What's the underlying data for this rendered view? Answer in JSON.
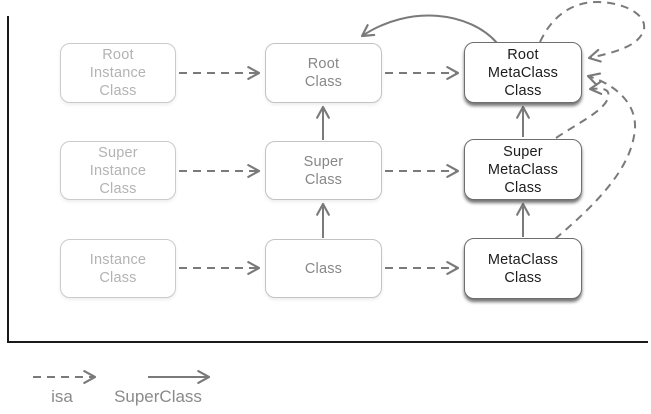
{
  "boxes": {
    "root_instance": "Root\nInstance\nClass",
    "super_instance": "Super\nInstance\nClass",
    "instance": "Instance\nClass",
    "root": "Root\nClass",
    "super": "Super\nClass",
    "class": "Class",
    "root_metaclass": "Root\nMetaClass\nClass",
    "super_metaclass": "Super\nMetaClass\nClass",
    "metaclass": "MetaClass\nClass"
  },
  "legend": {
    "isa": "isa",
    "superclass": "SuperClass"
  },
  "relationships": [
    {
      "from": "Root Instance Class",
      "to": "Root Class",
      "type": "isa"
    },
    {
      "from": "Super Instance Class",
      "to": "Super Class",
      "type": "isa"
    },
    {
      "from": "Instance Class",
      "to": "Class",
      "type": "isa"
    },
    {
      "from": "Root Class",
      "to": "Root MetaClass Class",
      "type": "isa"
    },
    {
      "from": "Super Class",
      "to": "Super MetaClass Class",
      "type": "isa"
    },
    {
      "from": "Class",
      "to": "MetaClass Class",
      "type": "isa"
    },
    {
      "from": "Super Class",
      "to": "Root Class",
      "type": "SuperClass"
    },
    {
      "from": "Class",
      "to": "Super Class",
      "type": "SuperClass"
    },
    {
      "from": "Super MetaClass Class",
      "to": "Root MetaClass Class",
      "type": "SuperClass"
    },
    {
      "from": "MetaClass Class",
      "to": "Super MetaClass Class",
      "type": "SuperClass"
    },
    {
      "from": "Root MetaClass Class",
      "to": "Root Class",
      "type": "SuperClass"
    },
    {
      "from": "Root MetaClass Class",
      "to": "Root MetaClass Class",
      "type": "isa"
    },
    {
      "from": "Super MetaClass Class",
      "to": "Root MetaClass Class",
      "type": "isa"
    },
    {
      "from": "MetaClass Class",
      "to": "Root MetaClass Class",
      "type": "isa"
    }
  ],
  "colors": {
    "arrow": "#7a7a7a",
    "frame": "#1a1a1a",
    "box_border_light": "#cbcbcb",
    "box_border_mid": "#c3c3c3",
    "box_border_dark": "#6e6e6e",
    "text_light": "#b3b3b3",
    "text_mid": "#878787",
    "text_dark": "#1c1c1c",
    "legend_text": "#8a8a8a",
    "background": "#ffffff"
  }
}
